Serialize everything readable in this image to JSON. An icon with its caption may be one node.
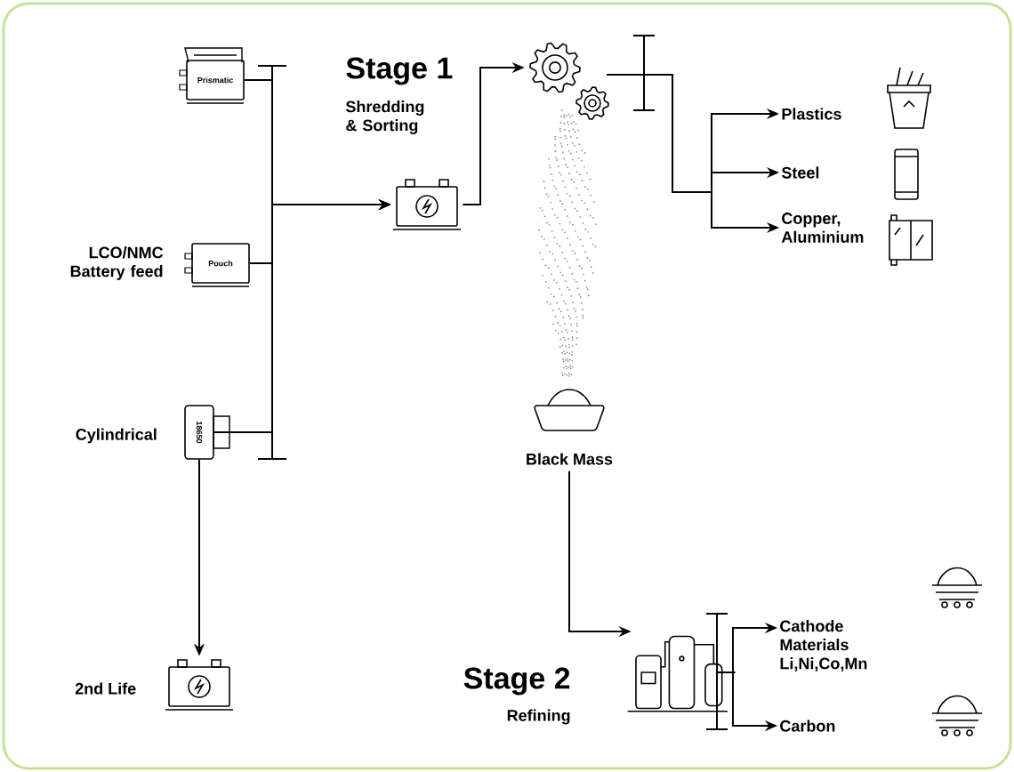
{
  "diagram": {
    "nodes": [
      {
        "text": [
          "Prismatic"
        ]
      },
      {
        "text": [
          "Pouch"
        ]
      },
      {
        "text": [
          "18650"
        ],
        "beside": [
          "Cylindrical"
        ]
      },
      {
        "text": [],
        "shape": "battery"
      },
      {
        "text": [],
        "shape": "gear"
      },
      {
        "text": [
          "Plastics"
        ]
      },
      {
        "text": [
          "Steel"
        ]
      },
      {
        "text": [
          "Copper, Aluminium"
        ]
      },
      {
        "text": [
          "Black Mass"
        ]
      },
      {
        "text": [],
        "shape": "plant"
      },
      {
        "text": [
          "Cathode Materials Li,Ni,Co,Mn"
        ]
      },
      {
        "text": [
          "Carbon"
        ]
      },
      {
        "text": [],
        "shape": "battery",
        "beside": [
          "2nd Life"
        ]
      }
    ],
    "edges": [
      {
        "from": 0,
        "to": 3,
        "arrow": "to"
      },
      {
        "from": 1,
        "to": 3,
        "arrow": "to"
      },
      {
        "from": 2,
        "to": 3,
        "arrow": "to"
      },
      {
        "from": 3,
        "to": 4,
        "arrow": "to"
      },
      {
        "from": 4,
        "to": 5,
        "arrow": "to"
      },
      {
        "from": 4,
        "to": 6,
        "arrow": "to"
      },
      {
        "from": 4,
        "to": 7,
        "arrow": "to"
      },
      {
        "from": 8,
        "to": 9,
        "arrow": "to"
      },
      {
        "from": 9,
        "to": 10,
        "arrow": "to"
      },
      {
        "from": 9,
        "to": 11,
        "arrow": "to"
      },
      {
        "from": 2,
        "to": 12,
        "arrow": "to"
      }
    ],
    "labels": [
      "Stage 1",
      "Shredding & Sorting",
      "LCO/NMC Battery feed",
      "Stage 2",
      "Refining"
    ]
  }
}
